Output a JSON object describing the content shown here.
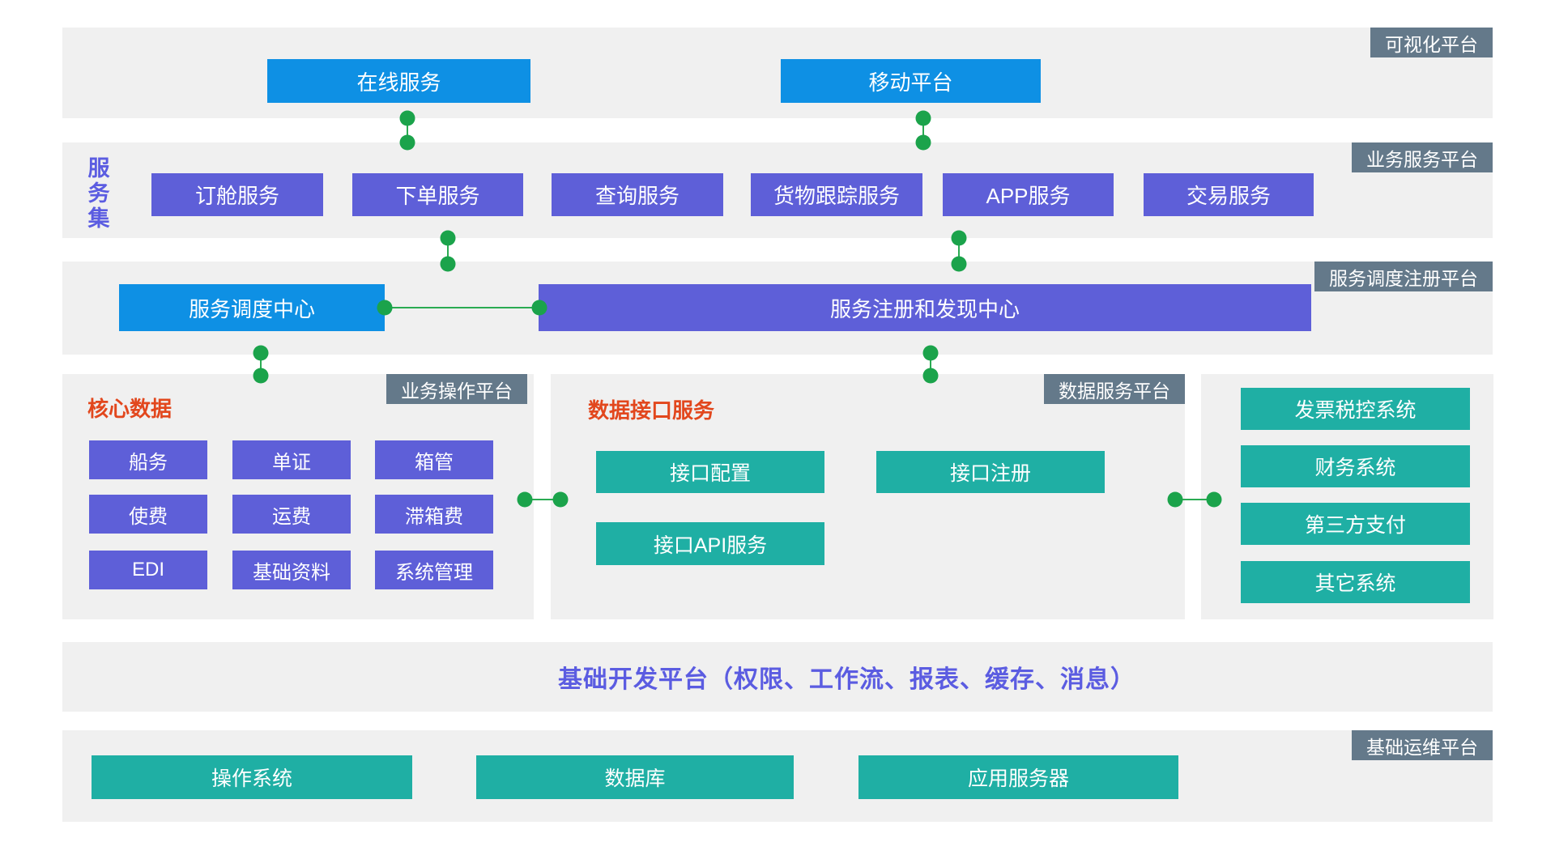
{
  "colors": {
    "blue": "#0E90E4",
    "purple": "#5E5FD8",
    "teal": "#1FAFA4",
    "slate": "#64798A",
    "green": "#1BA34B",
    "green_line": "#2AAB52",
    "band_bg": "#F0F0F0",
    "orange": "#E2471D",
    "purple_text": "#5B5CE1"
  },
  "layers": {
    "visualization": {
      "tag": "可视化平台",
      "boxes": [
        "在线服务",
        "移动平台"
      ]
    },
    "service_set": {
      "tag": "业务服务平台",
      "side_label": "服务集",
      "boxes": [
        "订舱服务",
        "下单服务",
        "查询服务",
        "货物跟踪服务",
        "APP服务",
        "交易服务"
      ]
    },
    "dispatch": {
      "tag": "服务调度注册平台",
      "dispatch_center": "服务调度中心",
      "registry_center": "服务注册和发现中心"
    },
    "core_data": {
      "tag": "业务操作平台",
      "heading": "核心数据",
      "boxes": [
        "船务",
        "单证",
        "箱管",
        "使费",
        "运费",
        "滞箱费",
        "EDI",
        "基础资料",
        "系统管理"
      ]
    },
    "data_interface": {
      "tag": "数据服务平台",
      "heading": "数据接口服务",
      "boxes": [
        "接口配置",
        "接口注册",
        "接口API服务"
      ]
    },
    "external_systems": {
      "boxes": [
        "发票税控系统",
        "财务系统",
        "第三方支付",
        "其它系统"
      ]
    },
    "dev_platform": {
      "text": "基础开发平台（权限、工作流、报表、缓存、消息）"
    },
    "ops_platform": {
      "tag": "基础运维平台",
      "boxes": [
        "操作系统",
        "数据库",
        "应用服务器"
      ]
    }
  }
}
